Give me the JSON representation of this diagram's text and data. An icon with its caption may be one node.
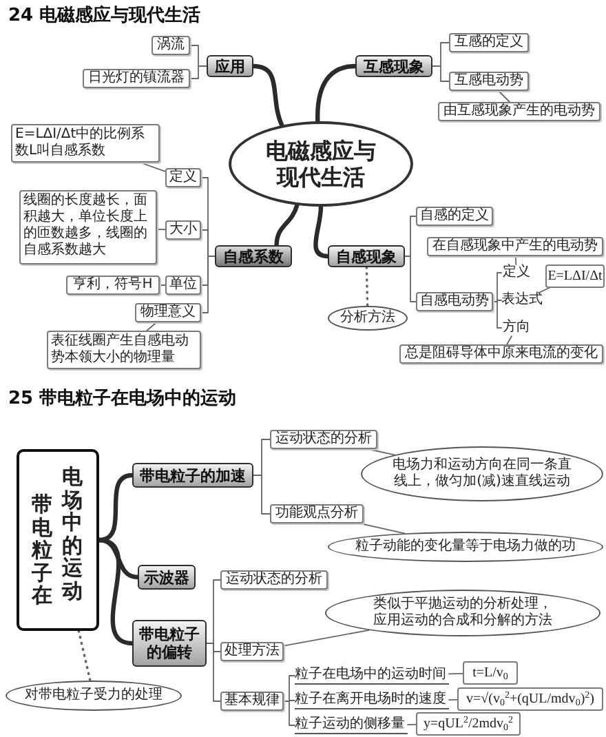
{
  "diagram": {
    "nodes": [
      {
        "text": [
          "电磁感应与现代生活"
        ]
      },
      {
        "text": [
          "应用"
        ]
      },
      {
        "text": [
          "涡流"
        ]
      },
      {
        "text": [
          "日光灯的镇流器"
        ]
      },
      {
        "text": [
          "互感现象"
        ]
      },
      {
        "text": [
          "互感的定义"
        ]
      },
      {
        "text": [
          "互感电动势"
        ]
      },
      {
        "text": [
          "由互感现象产生的电动势"
        ]
      },
      {
        "text": [
          "自感系数"
        ]
      },
      {
        "text": [
          "定义"
        ]
      },
      {
        "text": [
          "E=LΔI/Δt中的比例系数L叫自感系数"
        ]
      },
      {
        "text": [
          "大小"
        ]
      },
      {
        "text": [
          "线圈的长度越长，面积越大，单位长度上的匝数越多，线圈的自感系数越大"
        ]
      },
      {
        "text": [
          "单位"
        ]
      },
      {
        "text": [
          "亨利，符号H"
        ]
      },
      {
        "text": [
          "物理意义"
        ]
      },
      {
        "text": [
          "表征线圈产生自感电动势本领大小的物理量"
        ]
      },
      {
        "text": [
          "自感现象"
        ]
      },
      {
        "text": [
          "分析方法"
        ]
      },
      {
        "text": [
          "自感的定义"
        ]
      },
      {
        "text": [
          "自感电动势"
        ]
      },
      {
        "text": [
          "定义"
        ]
      },
      {
        "text": [
          "在自感现象中产生的电动势"
        ]
      },
      {
        "text": [
          "表达式"
        ]
      },
      {
        "text": [
          "E=LΔI/Δt"
        ]
      },
      {
        "text": [
          "方向"
        ]
      },
      {
        "text": [
          "总是阻碍导体中原来电流的变化"
        ]
      },
      {
        "text": [
          "带电粒子在",
          "电场中的运动"
        ]
      },
      {
        "text": [
          "对带电粒子受力的处理"
        ]
      },
      {
        "text": [
          "带电粒子的加速"
        ]
      },
      {
        "text": [
          "运动状态的分析"
        ]
      },
      {
        "text": [
          "电场力和运动方向在同一条直线上，做匀加(减)速直线运动"
        ]
      },
      {
        "text": [
          "功能观点分析"
        ]
      },
      {
        "text": [
          "粒子动能的变化量等于电场力做的功"
        ]
      },
      {
        "text": [
          "示波器"
        ]
      },
      {
        "text": [
          "带电粒子的偏转"
        ]
      },
      {
        "text": [
          "运动状态的分析"
        ]
      },
      {
        "text": [
          "处理方法"
        ]
      },
      {
        "text": [
          "类似于平抛运动的分析处理，应用运动的合成和分解的方法"
        ]
      },
      {
        "text": [
          "基本规律"
        ]
      },
      {
        "text": [
          "粒子在电场中的运动时间"
        ]
      },
      {
        "text": [
          "t=L/v$_{0}$"
        ]
      },
      {
        "text": [
          "粒子在离开电场时的速度"
        ]
      },
      {
        "text": [
          "v=√(v$_{0}$$^{2}$+(qUL/mdv$_{0}$)$^{2}$)"
        ]
      },
      {
        "text": [
          "粒子运动的侧移量"
        ]
      },
      {
        "text": [
          "y=qUL$^{2}$/2mdv$_{0}$$^{2}$"
        ]
      }
    ],
    "edges": [
      {
        "from": 0,
        "to": 1,
        "arrow": "none",
        "style": "thick"
      },
      {
        "from": 1,
        "to": 2,
        "arrow": "none"
      },
      {
        "from": 1,
        "to": 3,
        "arrow": "none"
      },
      {
        "from": 0,
        "to": 4,
        "arrow": "none",
        "style": "thick"
      },
      {
        "from": 4,
        "to": 5,
        "arrow": "none"
      },
      {
        "from": 4,
        "to": 6,
        "arrow": "none"
      },
      {
        "from": 6,
        "to": 7,
        "arrow": "none"
      },
      {
        "from": 0,
        "to": 8,
        "arrow": "none",
        "style": "thick"
      },
      {
        "from": 8,
        "to": 9,
        "arrow": "none"
      },
      {
        "from": 9,
        "to": 10,
        "arrow": "none"
      },
      {
        "from": 8,
        "to": 11,
        "arrow": "none"
      },
      {
        "from": 11,
        "to": 12,
        "arrow": "none"
      },
      {
        "from": 8,
        "to": 13,
        "arrow": "none"
      },
      {
        "from": 13,
        "to": 14,
        "arrow": "none"
      },
      {
        "from": 8,
        "to": 15,
        "arrow": "none"
      },
      {
        "from": 15,
        "to": 16,
        "arrow": "none"
      },
      {
        "from": 0,
        "to": 17,
        "arrow": "none",
        "style": "thick"
      },
      {
        "from": 17,
        "to": 18,
        "arrow": "none",
        "style": "dashed"
      },
      {
        "from": 17,
        "to": 19,
        "arrow": "none"
      },
      {
        "from": 17,
        "to": 20,
        "arrow": "none"
      },
      {
        "from": 20,
        "to": 21,
        "arrow": "none"
      },
      {
        "from": 21,
        "to": 22,
        "arrow": "none"
      },
      {
        "from": 20,
        "to": 23,
        "arrow": "none"
      },
      {
        "from": 23,
        "to": 24,
        "arrow": "none"
      },
      {
        "from": 20,
        "to": 25,
        "arrow": "none"
      },
      {
        "from": 25,
        "to": 26,
        "arrow": "none"
      },
      {
        "from": 27,
        "to": 28,
        "arrow": "none",
        "style": "dashed"
      },
      {
        "from": 27,
        "to": 29,
        "arrow": "none",
        "style": "thick"
      },
      {
        "from": 29,
        "to": 30,
        "arrow": "none"
      },
      {
        "from": 30,
        "to": 31,
        "arrow": "none"
      },
      {
        "from": 29,
        "to": 32,
        "arrow": "none"
      },
      {
        "from": 32,
        "to": 33,
        "arrow": "none"
      },
      {
        "from": 27,
        "to": 34,
        "arrow": "none",
        "style": "thick"
      },
      {
        "from": 27,
        "to": 35,
        "arrow": "none",
        "style": "thick"
      },
      {
        "from": 35,
        "to": 36,
        "arrow": "none"
      },
      {
        "from": 35,
        "to": 37,
        "arrow": "none"
      },
      {
        "from": 37,
        "to": 38,
        "arrow": "none"
      },
      {
        "from": 35,
        "to": 39,
        "arrow": "none"
      },
      {
        "from": 39,
        "to": 40,
        "arrow": "none"
      },
      {
        "from": 40,
        "to": 41,
        "arrow": "none"
      },
      {
        "from": 39,
        "to": 42,
        "arrow": "none"
      },
      {
        "from": 42,
        "to": 43,
        "arrow": "none"
      },
      {
        "from": 39,
        "to": 44,
        "arrow": "none"
      },
      {
        "from": 44,
        "to": 45,
        "arrow": "none"
      }
    ],
    "labels": [
      "24 电磁感应与现代生活",
      "25 带电粒子在电场中的运动"
    ]
  }
}
